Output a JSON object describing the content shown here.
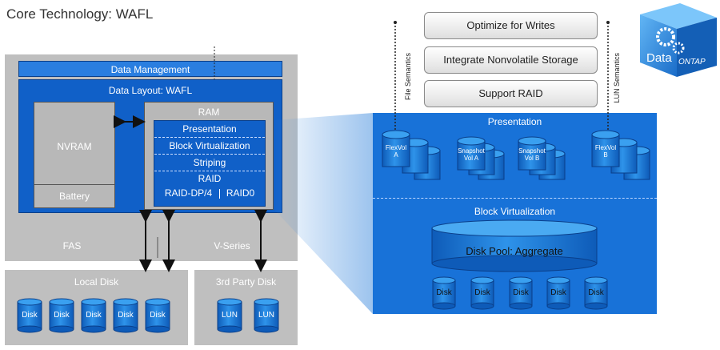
{
  "title": "Core Technology: WAFL",
  "left": {
    "data_management": "Data Management",
    "data_layout": "Data Layout: WAFL",
    "nvram": "NVRAM",
    "battery": "Battery",
    "ram": "RAM",
    "ram_layers": [
      "Presentation",
      "Block Virtualization",
      "Striping",
      "RAID"
    ],
    "raid_types": [
      "RAID-DP/4",
      "RAID0"
    ],
    "fas": "FAS",
    "vseries": "V-Series",
    "local_disk": "Local Disk",
    "third_party": "3rd Party Disk",
    "disk_label": "Disk",
    "lun_label": "LUN"
  },
  "top": {
    "buttons": [
      "Optimize for Writes",
      "Integrate Nonvolatile Storage",
      "Support RAID"
    ],
    "file_sem": "File Semantics",
    "lun_sem": "LUN Semantics"
  },
  "logo": {
    "data": "Data",
    "ontap": "ONTAP"
  },
  "right": {
    "presentation": "Presentation",
    "block_virt": "Block Virtualization",
    "volumes": [
      {
        "l1": "FlexVol",
        "l2": "A"
      },
      {
        "l1": "Snapshot",
        "l2": "Vol A"
      },
      {
        "l1": "Snapshot",
        "l2": "Vol B"
      },
      {
        "l1": "FlexVol",
        "l2": "B"
      }
    ],
    "disk_pool": "Disk Pool: Aggregate",
    "disk_label": "Disk"
  },
  "colors": {
    "blue": "#1060c8",
    "gray": "#bfbfbf",
    "light_blue": "#2a8be0"
  }
}
